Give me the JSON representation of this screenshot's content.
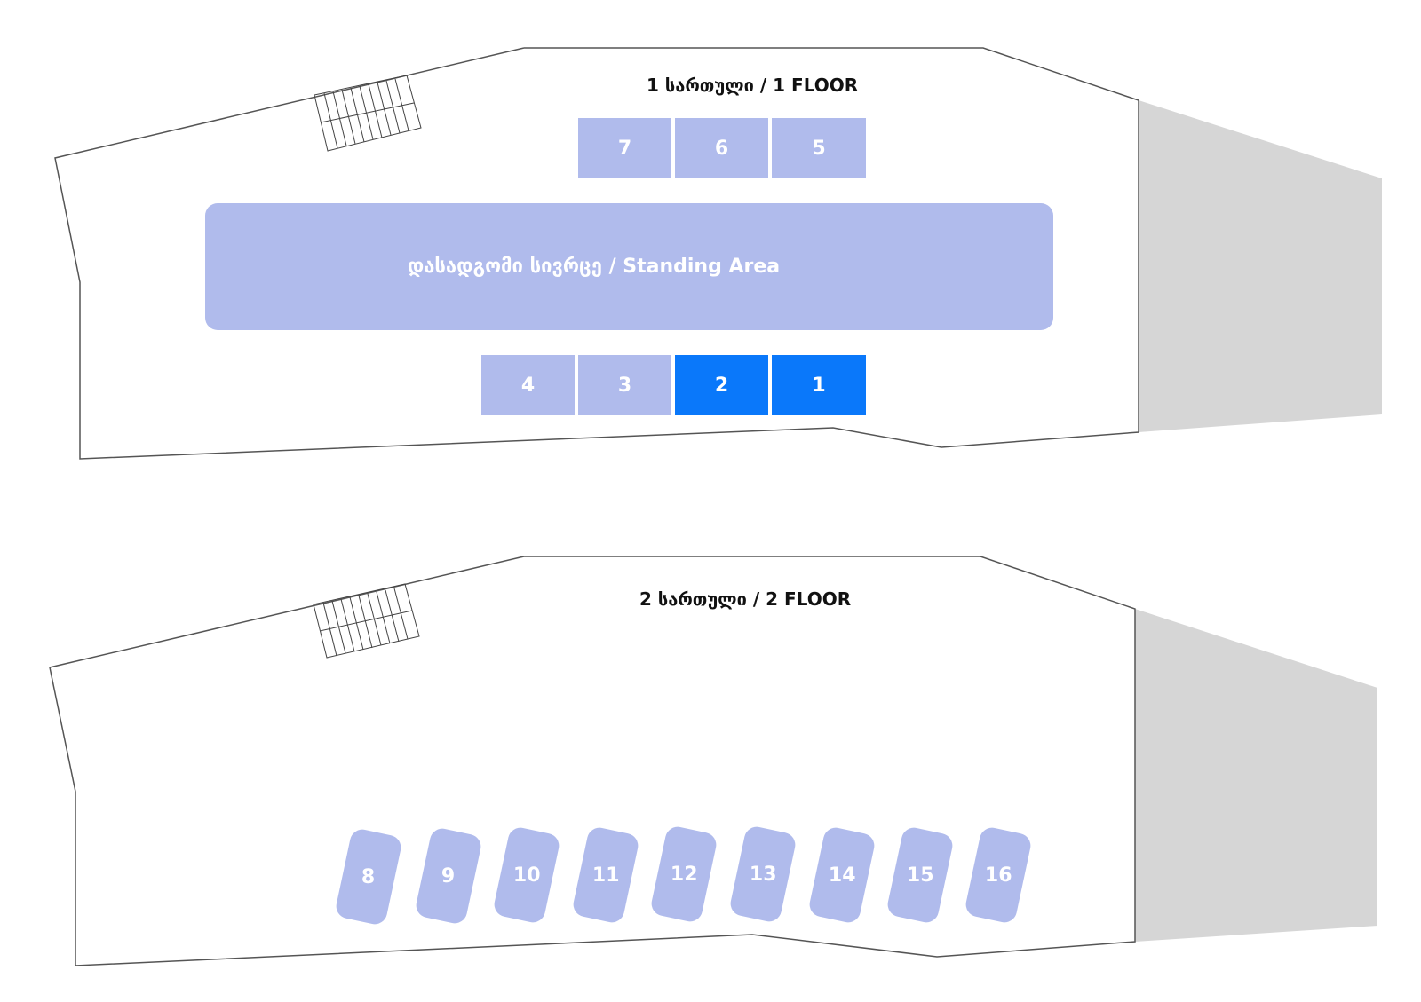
{
  "floor1": {
    "title": "1 სართული / 1 FLOOR",
    "standing_area_label": "დასადგომი სივრცე / Standing Area",
    "top_seats": [
      "7",
      "6",
      "5"
    ],
    "bottom_seats": [
      "4",
      "3",
      "2",
      "1"
    ],
    "selected_seats": [
      "2",
      "1"
    ]
  },
  "floor2": {
    "title": "2 სართული / 2 FLOOR",
    "booths": [
      "8",
      "9",
      "10",
      "11",
      "12",
      "13",
      "14",
      "15",
      "16"
    ]
  },
  "colors": {
    "available": "#b0bbec",
    "selected": "#0a78fa",
    "stage_gray": "#d6d6d6",
    "outline": "#555555"
  }
}
